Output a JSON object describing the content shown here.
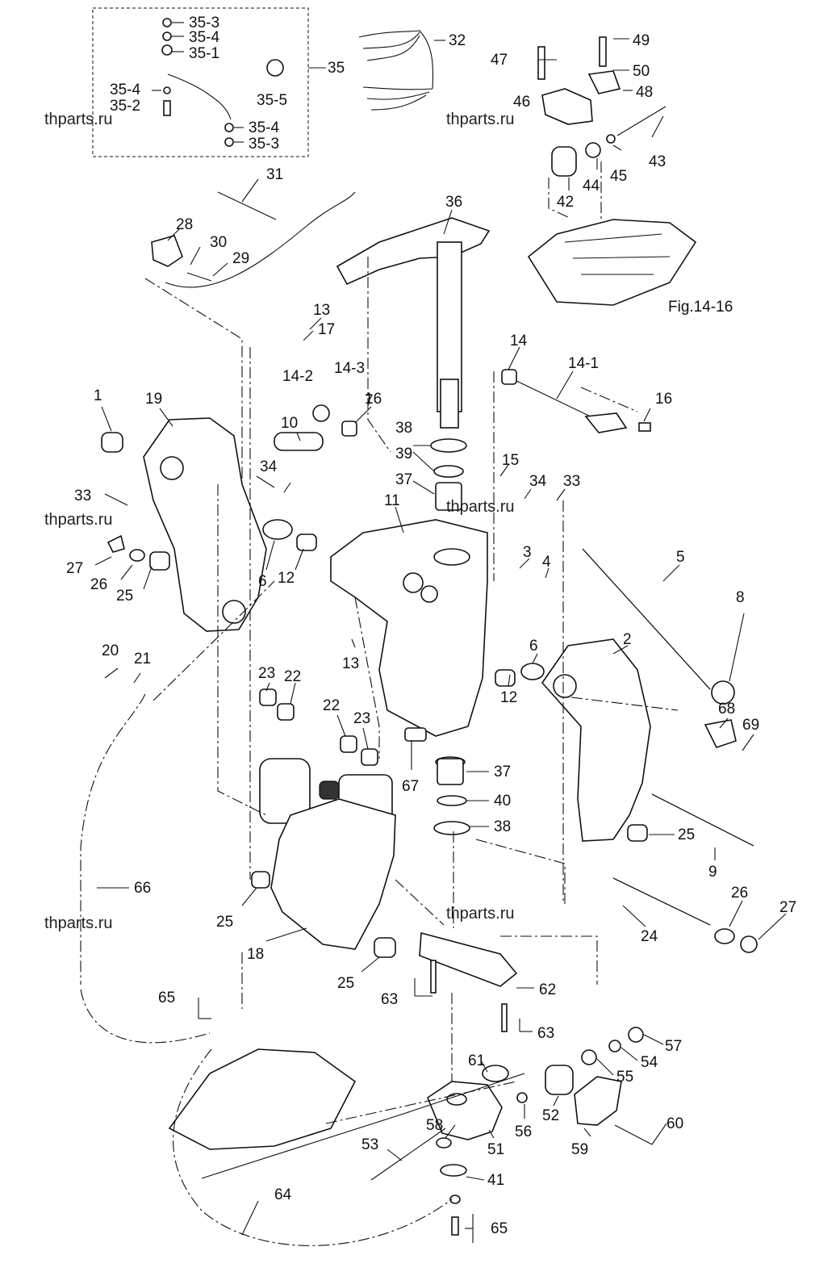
{
  "watermark": "thparts.ru",
  "reference": "Fig.14-16",
  "callouts": [
    "35-3",
    "35-4",
    "35-1",
    "35-4",
    "35-2",
    "35-5",
    "35-4",
    "35-3",
    "35",
    "32",
    "47",
    "46",
    "49",
    "50",
    "48",
    "43",
    "44",
    "45",
    "42",
    "31",
    "28",
    "30",
    "29",
    "36",
    "13",
    "17",
    "14-2",
    "14-3",
    "16",
    "14",
    "14-1",
    "16",
    "7",
    "1",
    "19",
    "10",
    "33",
    "34",
    "38",
    "39",
    "37",
    "15",
    "34",
    "33",
    "11",
    "27",
    "26",
    "25",
    "6",
    "12",
    "3",
    "4",
    "5",
    "8",
    "20",
    "21",
    "13",
    "2",
    "6",
    "12",
    "23",
    "22",
    "22",
    "23",
    "68",
    "69",
    "67",
    "37",
    "40",
    "38",
    "25",
    "9",
    "66",
    "26",
    "27",
    "25",
    "24",
    "18",
    "25",
    "62",
    "63",
    "63",
    "65",
    "57",
    "54",
    "61",
    "55",
    "52",
    "56",
    "60",
    "58",
    "51",
    "59",
    "53",
    "41",
    "64",
    "65"
  ]
}
